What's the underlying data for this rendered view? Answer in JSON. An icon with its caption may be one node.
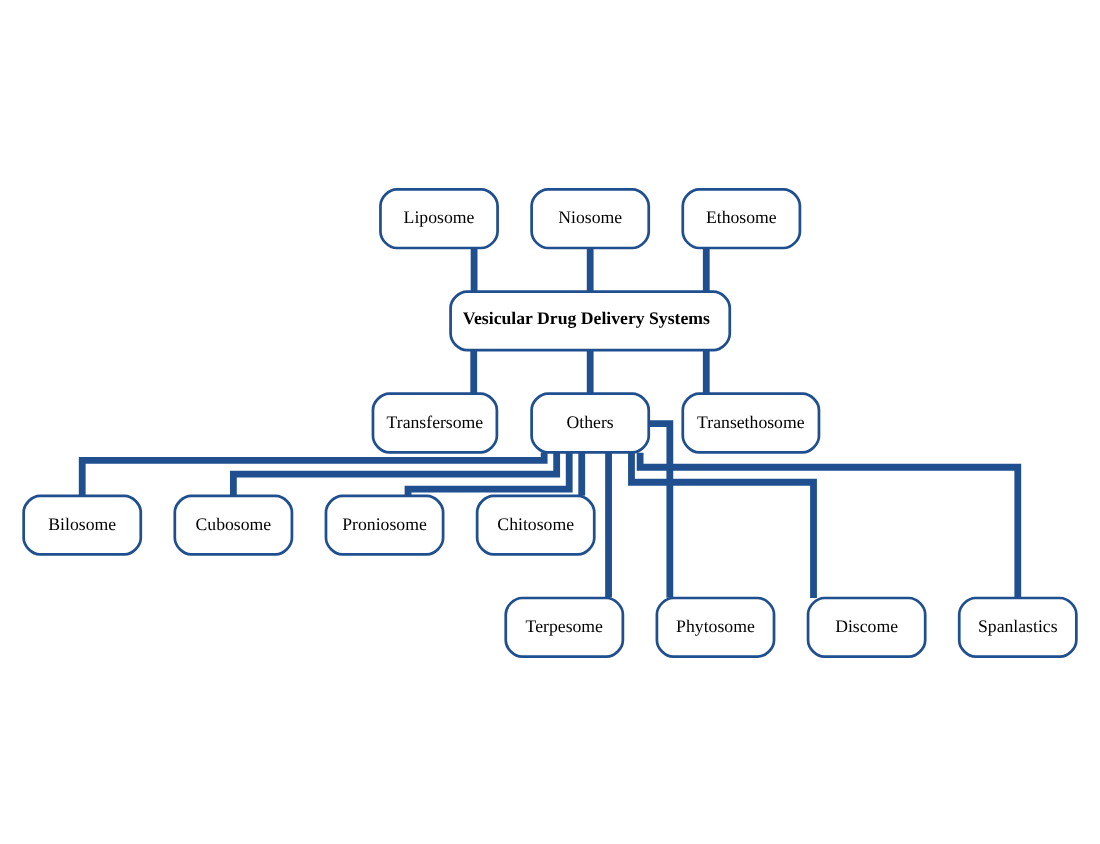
{
  "diagram": {
    "nodes": [
      {
        "text": [
          "Liposome"
        ]
      },
      {
        "text": [
          "Niosome"
        ]
      },
      {
        "text": [
          "Ethosome"
        ]
      },
      {
        "text": [
          "Vesicular Drug Delivery Systems"
        ]
      },
      {
        "text": [
          "Transfersome"
        ]
      },
      {
        "text": [
          "Others"
        ]
      },
      {
        "text": [
          "Transethosome"
        ]
      },
      {
        "text": [
          "Bilosome"
        ]
      },
      {
        "text": [
          "Cubosome"
        ]
      },
      {
        "text": [
          "Proniosome"
        ]
      },
      {
        "text": [
          "Chitosome"
        ]
      },
      {
        "text": [
          "Terpesome"
        ]
      },
      {
        "text": [
          "Phytosome"
        ]
      },
      {
        "text": [
          "Discome"
        ]
      },
      {
        "text": [
          "Spanlastics"
        ]
      }
    ],
    "edges": [
      {
        "from": 0,
        "to": 3,
        "arrow": "none"
      },
      {
        "from": 1,
        "to": 3,
        "arrow": "none"
      },
      {
        "from": 2,
        "to": 3,
        "arrow": "none"
      },
      {
        "from": 3,
        "to": 4,
        "arrow": "none"
      },
      {
        "from": 3,
        "to": 5,
        "arrow": "none"
      },
      {
        "from": 3,
        "to": 6,
        "arrow": "none"
      },
      {
        "from": 5,
        "to": 7,
        "arrow": "none"
      },
      {
        "from": 5,
        "to": 8,
        "arrow": "none"
      },
      {
        "from": 5,
        "to": 9,
        "arrow": "none"
      },
      {
        "from": 5,
        "to": 10,
        "arrow": "none"
      },
      {
        "from": 5,
        "to": 11,
        "arrow": "none"
      },
      {
        "from": 5,
        "to": 12,
        "arrow": "none"
      },
      {
        "from": 5,
        "to": 13,
        "arrow": "none"
      },
      {
        "from": 5,
        "to": 14,
        "arrow": "none"
      }
    ]
  }
}
